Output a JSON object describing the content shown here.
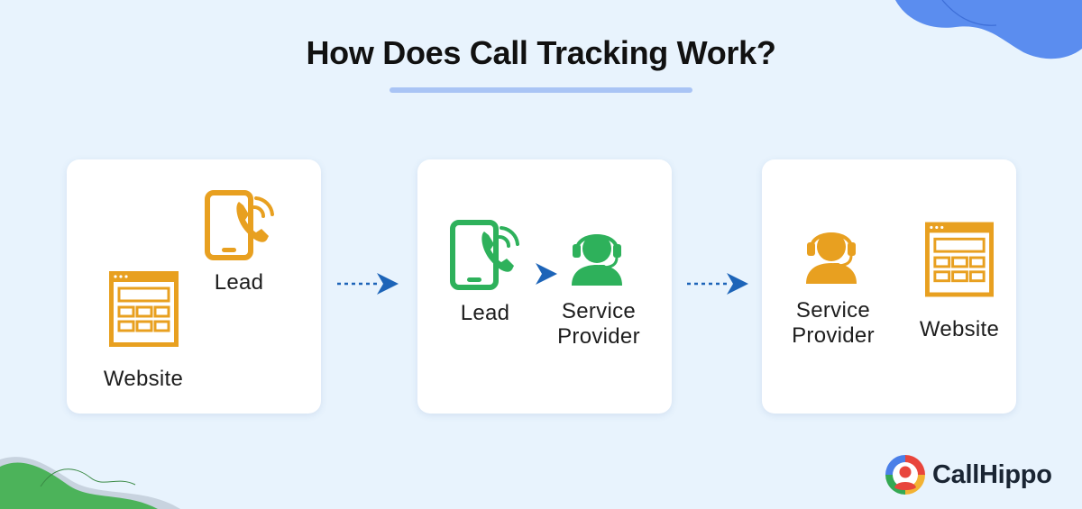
{
  "title": "How Does Call Tracking Work?",
  "colors": {
    "background": "#e8f3fd",
    "orange": "#e8a020",
    "green": "#2eb15b",
    "arrow_blue": "#1d64b8",
    "underline": "#a9c4f5",
    "blob_blue": "#5b8def",
    "blob_green": "#4cb35a"
  },
  "steps": [
    {
      "labels": {
        "lead": "Lead",
        "website": "Website"
      }
    },
    {
      "labels": {
        "lead": "Lead",
        "provider_line1": "Service",
        "provider_line2": "Provider"
      }
    },
    {
      "labels": {
        "provider_line1": "Service",
        "provider_line2": "Provider",
        "website": "Website"
      }
    }
  ],
  "icons": {
    "phone": "phone-call-icon",
    "website": "website-layout-icon",
    "agent": "headset-agent-icon",
    "arrow": "arrow-right-icon"
  },
  "brand": {
    "name": "CallHippo"
  }
}
